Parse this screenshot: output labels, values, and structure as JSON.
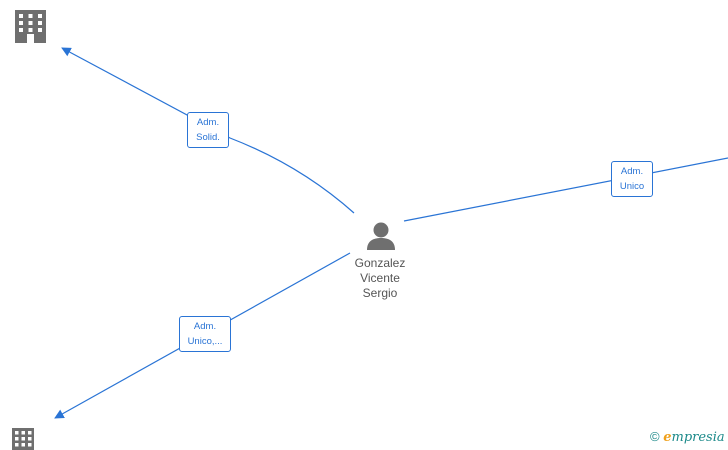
{
  "person": {
    "name_lines": [
      "Gonzalez",
      "Vicente",
      "Sergio"
    ],
    "icon": "person-icon"
  },
  "companies": [
    {
      "icon": "building-icon"
    },
    {
      "icon": "building-icon"
    }
  ],
  "relations": [
    {
      "lines": [
        "Adm.",
        "Solid."
      ]
    },
    {
      "lines": [
        "Adm.",
        "Unico"
      ]
    },
    {
      "lines": [
        "Adm.",
        "Unico,..."
      ]
    }
  ],
  "brand": {
    "copyright": "©",
    "e": "e",
    "rest": "mpresia"
  },
  "colors": {
    "edge": "#2a74d5",
    "node_icon": "#6f6f6f",
    "brand_e": "#f0a01a",
    "brand_text": "#1c8a8a"
  }
}
